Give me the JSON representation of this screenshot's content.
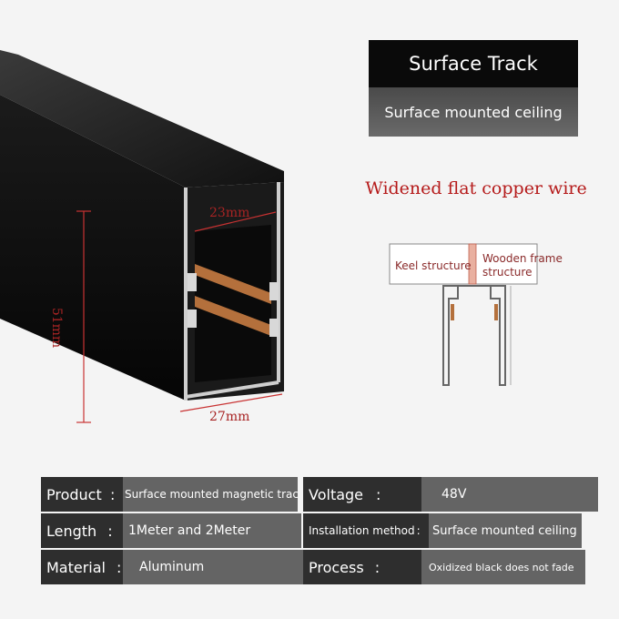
{
  "header": {
    "title": "Surface Track",
    "subtitle": "Surface mounted ceiling"
  },
  "headline": "Widened flat copper wire",
  "dimensions": {
    "width_top": "23mm",
    "width_bottom": "27mm",
    "height": "51mm"
  },
  "diagram": {
    "keel_label": "Keel structure",
    "wooden_label_line1": "Wooden frame",
    "wooden_label_line2": "structure"
  },
  "specs": {
    "row1": {
      "left_label": "Product",
      "left_colon": ":",
      "left_value": "Surface mounted magnetic track",
      "right_label": "Voltage",
      "right_colon": ":",
      "right_value": "48V"
    },
    "row2": {
      "left_label": "Length",
      "left_colon": ":",
      "left_value": "1Meter and 2Meter",
      "right_label": "Installation method",
      "right_colon": ":",
      "right_value": "Surface mounted ceiling"
    },
    "row3": {
      "left_label": "Material",
      "left_colon": ":",
      "left_value": "Aluminum",
      "right_label": "Process",
      "right_colon": ":",
      "right_value": "Oxidized black does not fade"
    }
  },
  "colors": {
    "track_body": "#0d0d0d",
    "copper": "#b4703c",
    "headline_red": "#b51a1a",
    "dim_red": "#c83232",
    "label_bg": "#2e2e2e",
    "value_bg": "#646464"
  }
}
